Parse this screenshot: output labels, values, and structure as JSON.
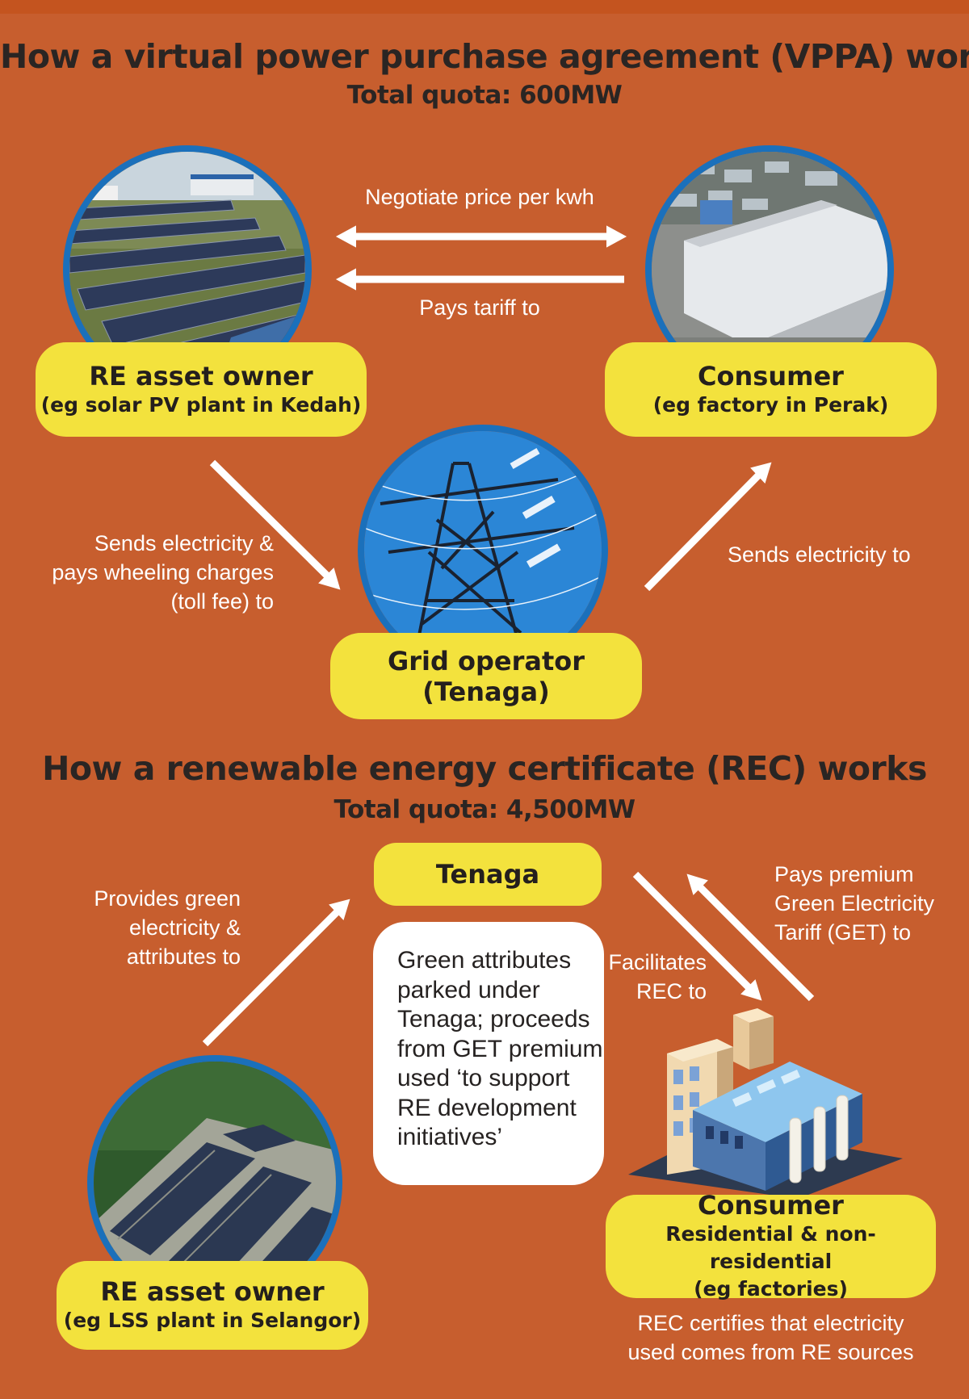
{
  "vppa": {
    "title": "How a virtual power purchase agreement (VPPA) works",
    "quota": "Total quota: 600MW",
    "negotiate_label": "Negotiate price per kwh",
    "pays_tariff_label": "Pays tariff to",
    "owner": {
      "title": "RE asset owner",
      "subtitle": "(eg solar PV plant in Kedah)"
    },
    "consumer": {
      "title": "Consumer",
      "subtitle": "(eg factory in Perak)"
    },
    "grid": {
      "title": "Grid operator",
      "subtitle": "(Tenaga)"
    },
    "sends_wheeling_label": [
      "Sends electricity &",
      "pays wheeling charges",
      "(toll fee) to"
    ],
    "sends_to_label": "Sends electricity to"
  },
  "rec": {
    "title": "How a renewable energy certificate (REC) works",
    "quota": "Total quota: 4,500MW",
    "tenaga": "Tenaga",
    "provides_label": [
      "Provides green",
      "electricity &",
      "attributes to"
    ],
    "pays_premium_label": [
      "Pays premium",
      "Green Electricity",
      "Tariff (GET) to"
    ],
    "facilitates_label": [
      "Facilitates",
      "REC to"
    ],
    "note": "Green attributes\nparked under\nTenaga; proceeds\nfrom GET premium\nused ‘to support\nRE development\n initiatives’",
    "owner": {
      "title": "RE asset owner",
      "subtitle": "(eg LSS plant in Selangor)"
    },
    "consumer": {
      "title": "Consumer",
      "subtitle1": "Residential & non-residential",
      "subtitle2": "(eg factories)"
    },
    "certifies_label": [
      "REC certifies that electricity",
      "used comes from RE sources"
    ]
  },
  "colors": {
    "background": "#c75e2e",
    "pill": "#f3e23d",
    "ring": "#1b70bb",
    "arrow": "#ffffff",
    "text_dark": "#2a2523"
  }
}
